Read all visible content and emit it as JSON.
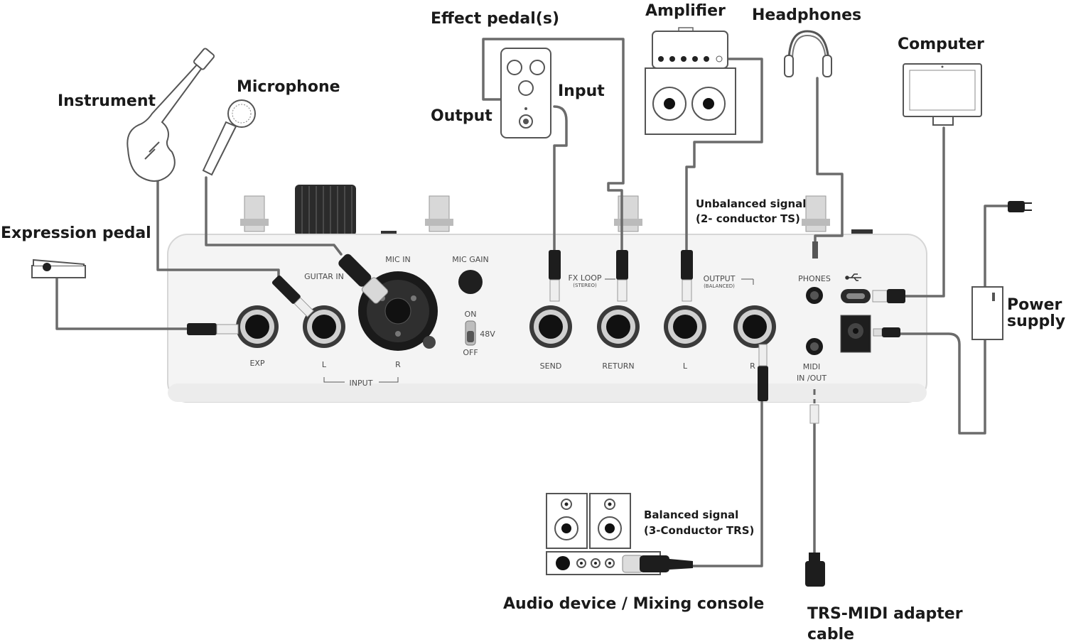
{
  "devices": {
    "effect_pedal": "Effect pedal(s)",
    "amplifier": "Amplifier",
    "headphones": "Headphones",
    "computer": "Computer",
    "instrument": "Instrument",
    "microphone": "Microphone",
    "expression_pedal": "Expression pedal",
    "power_supply_line1": "Power",
    "power_supply_line2": "supply",
    "audio_device": "Audio device / Mixing console",
    "midi_cable_line1": "TRS-MIDI adapter",
    "midi_cable_line2": "cable"
  },
  "pedal_ports": {
    "output": "Output",
    "input": "Input"
  },
  "signals": {
    "unbalanced_line1": "Unbalanced signal",
    "unbalanced_line2": "(2- conductor TS)",
    "balanced_line1": "Balanced signal",
    "balanced_line2": "(3-Conductor TRS)"
  },
  "panel": {
    "guitar_in": "GUITAR IN",
    "mic_in": "MIC IN",
    "mic_gain": "MIC GAIN",
    "on": "ON",
    "v48": "48V",
    "off": "OFF",
    "fx_loop": "FX LOOP",
    "stereo": "(STEREO)",
    "output": "OUTPUT",
    "balanced": "(BALANCED)",
    "phones": "PHONES",
    "midi": "MIDI",
    "in_out": "IN /OUT",
    "exp": "EXP",
    "input_l": "L",
    "input_r": "R",
    "input": "INPUT",
    "send": "SEND",
    "return": "RETURN",
    "out_l": "L",
    "out_r": "R"
  },
  "icons": [
    "guitar-icon",
    "microphone-icon",
    "expression-pedal-icon",
    "effect-pedal-icon",
    "amplifier-icon",
    "headphones-icon",
    "computer-icon",
    "power-supply-icon",
    "usb-icon",
    "studio-monitor-icon",
    "mixer-icon",
    "midi-plug-icon"
  ]
}
